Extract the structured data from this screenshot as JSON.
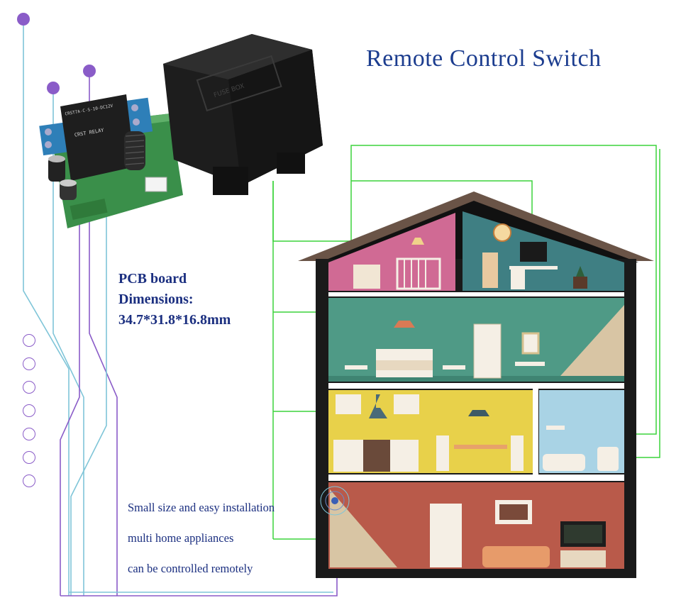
{
  "title": "Remote Control Switch",
  "pcb": {
    "line1": "PCB board",
    "line2": "Dimensions:",
    "line3": "34.7*31.8*16.8mm"
  },
  "relay_label": {
    "brand": "CRST RELAY",
    "model": "CRST7A-C-S-10-DC12V"
  },
  "enclosure_label": "FUSE BOX",
  "features": [
    "Small size and easy installation",
    "multi home appliances",
    "can be controlled remotely"
  ],
  "colors": {
    "title": "#1c3d8f",
    "text": "#1b2f80",
    "green_line": "#3bd43b",
    "roof": "#6a5447",
    "attic_left": "#d06a94",
    "attic_right": "#3f7f83",
    "floor2": "#4f9a86",
    "kitchen": "#e8d14a",
    "bathroom": "#a9d3e5",
    "living": "#b95a4a"
  }
}
